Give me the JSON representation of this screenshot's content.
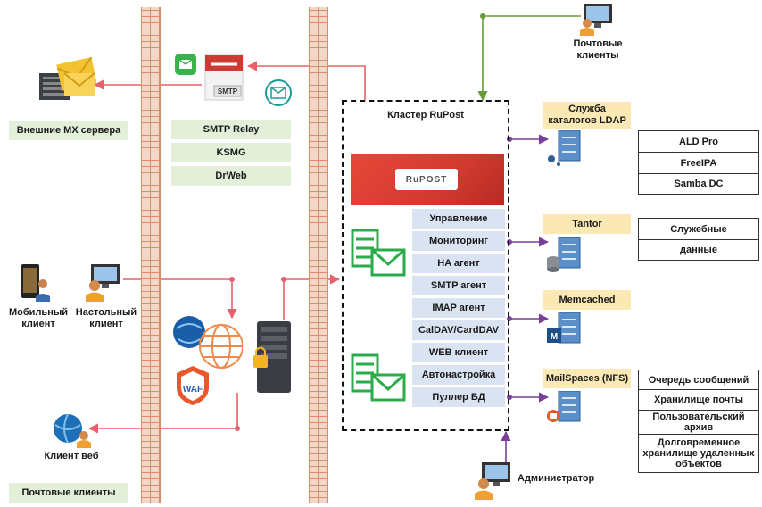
{
  "left_labels": {
    "mx": "Внешние MX сервера",
    "mail_clients": "Почтовые клиенты",
    "mobile": "Мобильный клиент",
    "desktop": "Настольный клиент",
    "web": "Клиент веб"
  },
  "relay": {
    "items": [
      "SMTP Relay",
      "KSMG",
      "DrWeb"
    ],
    "icon_text": "SMTP"
  },
  "top_client": "Почтовые клиенты",
  "cluster": {
    "title": "Кластер RuPost",
    "logo": "RuPOST",
    "services": [
      "Управление",
      "Мониторинг",
      "HA агент",
      "SMTP агент",
      "IMAP агент",
      "CalDAV/CardDAV",
      "WEB клиент",
      "Автонастройка",
      "Пуллер БД"
    ]
  },
  "right": {
    "ldap": "Служба каталогов LDAP",
    "ldap_items": [
      "ALD Pro",
      "FreeIPA",
      "Samba DC"
    ],
    "tantor": "Tantor",
    "tantor_items": [
      "Служебные",
      "данные"
    ],
    "memcached": "Memcached",
    "nfs": "MailSpaces (NFS)",
    "nfs_items": [
      "Очередь сообщений",
      "Хранилище почты",
      "Пользовательский архив",
      "Долговременное хранилище удаленных объектов"
    ]
  },
  "admin": "Администратор",
  "waf_text": "WAF",
  "memcached_glyph": "M",
  "colors": {
    "wall": "#f3d7c8",
    "link": "#e8606a",
    "green_link": "#6a9a3a",
    "purple_link": "#7a3f98",
    "service": "#d9e3f2",
    "label_green": "#e3efd9",
    "label_yellow": "#fbe9b5",
    "banner": "#d23a2f"
  }
}
